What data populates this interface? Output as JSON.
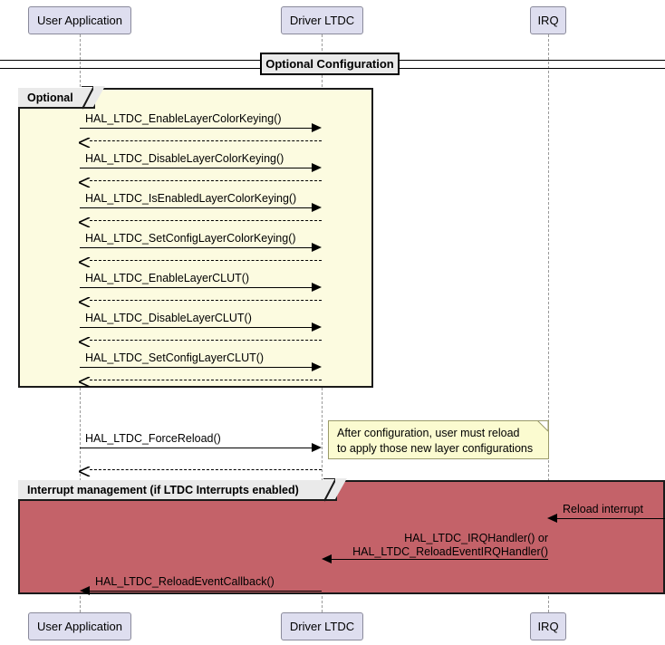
{
  "diagram": {
    "title": "LTDC HAL sequence diagram",
    "colors": {
      "participant_fill": "#DEDEEF",
      "optional_group_fill": "#FCFBE0",
      "interrupt_group_fill": "#C46269",
      "note_fill": "#FBFBD0",
      "group_label_fill": "#EAEAEA"
    }
  },
  "participants": [
    {
      "id": "user",
      "label": "User Application"
    },
    {
      "id": "driver",
      "label": "Driver LTDC"
    },
    {
      "id": "irq",
      "label": "IRQ"
    }
  ],
  "divider": {
    "label": "Optional Configuration"
  },
  "groups": [
    {
      "id": "optional",
      "label": "Optional"
    },
    {
      "id": "interrupt",
      "label": "Interrupt management (if LTDC Interrupts enabled)"
    }
  ],
  "messages": [
    {
      "id": "m1",
      "label": "HAL_LTDC_EnableLayerColorKeying()",
      "from": "user",
      "to": "driver",
      "kind": "call"
    },
    {
      "id": "r1",
      "label": "",
      "from": "driver",
      "to": "user",
      "kind": "return"
    },
    {
      "id": "m2",
      "label": "HAL_LTDC_DisableLayerColorKeying()",
      "from": "user",
      "to": "driver",
      "kind": "call"
    },
    {
      "id": "r2",
      "label": "",
      "from": "driver",
      "to": "user",
      "kind": "return"
    },
    {
      "id": "m3",
      "label": "HAL_LTDC_IsEnabledLayerColorKeying()",
      "from": "user",
      "to": "driver",
      "kind": "call"
    },
    {
      "id": "r3",
      "label": "",
      "from": "driver",
      "to": "user",
      "kind": "return"
    },
    {
      "id": "m4",
      "label": "HAL_LTDC_SetConfigLayerColorKeying()",
      "from": "user",
      "to": "driver",
      "kind": "call"
    },
    {
      "id": "r4",
      "label": "",
      "from": "driver",
      "to": "user",
      "kind": "return"
    },
    {
      "id": "m5",
      "label": "HAL_LTDC_EnableLayerCLUT()",
      "from": "user",
      "to": "driver",
      "kind": "call"
    },
    {
      "id": "r5",
      "label": "",
      "from": "driver",
      "to": "user",
      "kind": "return"
    },
    {
      "id": "m6",
      "label": "HAL_LTDC_DisableLayerCLUT()",
      "from": "user",
      "to": "driver",
      "kind": "call"
    },
    {
      "id": "r6",
      "label": "",
      "from": "driver",
      "to": "user",
      "kind": "return"
    },
    {
      "id": "m7",
      "label": "HAL_LTDC_SetConfigLayerCLUT()",
      "from": "user",
      "to": "driver",
      "kind": "call"
    },
    {
      "id": "r7",
      "label": "",
      "from": "driver",
      "to": "user",
      "kind": "return"
    },
    {
      "id": "m8",
      "label": "HAL_LTDC_ForceReload()",
      "from": "user",
      "to": "driver",
      "kind": "call"
    },
    {
      "id": "r8",
      "label": "",
      "from": "driver",
      "to": "user",
      "kind": "return"
    },
    {
      "id": "m9",
      "label": "Reload interrupt",
      "from": "external",
      "to": "irq",
      "kind": "call"
    },
    {
      "id": "m10",
      "label": "HAL_LTDC_IRQHandler() or",
      "label2": "HAL_LTDC_ReloadEventIRQHandler()",
      "from": "irq",
      "to": "driver",
      "kind": "call"
    },
    {
      "id": "m11",
      "label": "HAL_LTDC_ReloadEventCallback()",
      "from": "driver",
      "to": "user",
      "kind": "call"
    }
  ],
  "note": {
    "line1": "After configuration, user must reload",
    "line2": "to apply those new layer configurations"
  }
}
